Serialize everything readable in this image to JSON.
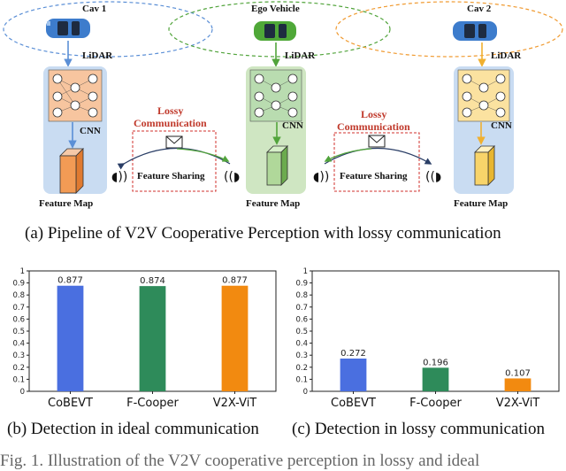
{
  "diagram": {
    "vehicles": [
      {
        "label": "Cav 1",
        "sensor": "LiDAR",
        "network": "CNN",
        "output": "Feature Map",
        "color": "#5b8fd6"
      },
      {
        "label": "Ego Vehicle",
        "sensor": "LiDAR",
        "network": "CNN",
        "output": "Feature Map",
        "color": "#52a43c"
      },
      {
        "label": "Cav 2",
        "sensor": "LiDAR",
        "network": "CNN",
        "output": "Feature Map",
        "color": "#5b8fd6"
      }
    ],
    "links": [
      {
        "title_line1": "Lossy",
        "title_line2": "Communication",
        "action": "Feature Sharing"
      },
      {
        "title_line1": "Lossy",
        "title_line2": "Communication",
        "action": "Feature Sharing"
      }
    ],
    "colors": {
      "cav1_panel": "#c9dcf2",
      "ego_panel": "#cfe6c2",
      "cav2_panel": "#c9dcf2",
      "cav1_nodes": "#f7c59f",
      "ego_nodes": "#b9dcb0",
      "cav2_nodes": "#fbe2a0",
      "cav1_arrow": "#5b8fd6",
      "ego_arrow": "#52a43c",
      "cav2_arrow": "#f0b030",
      "lossy_red": "#d0312d"
    }
  },
  "captions": {
    "a": "(a)  Pipeline of V2V Cooperative Perception with lossy communication",
    "b": "(b)  Detection in ideal communication",
    "c": "(c)  Detection in lossy communication",
    "footer": "Fig. 1.    Illustration of the V2V cooperative perception in lossy and ideal"
  },
  "chart_data": [
    {
      "type": "bar",
      "categories": [
        "CoBEVT",
        "F-Cooper",
        "V2X-ViT"
      ],
      "values": [
        0.877,
        0.874,
        0.877
      ],
      "value_labels": [
        "0.877",
        "0.874",
        "0.877"
      ],
      "colors": [
        "#4a6fe0",
        "#2e8b5a",
        "#f28a10"
      ],
      "ylim": [
        0,
        1.0
      ],
      "yticks": [
        "0",
        "0.1",
        "0.2",
        "0.3",
        "0.4",
        "0.5",
        "0.6",
        "0.7",
        "0.8",
        "0.9",
        "1"
      ],
      "grid": false
    },
    {
      "type": "bar",
      "categories": [
        "CoBEVT",
        "F-Cooper",
        "V2X-ViT"
      ],
      "values": [
        0.272,
        0.196,
        0.107
      ],
      "value_labels": [
        "0.272",
        "0.196",
        "0.107"
      ],
      "colors": [
        "#4a6fe0",
        "#2e8b5a",
        "#f28a10"
      ],
      "ylim": [
        0,
        1.0
      ],
      "yticks": [
        "0",
        "0.1",
        "0.2",
        "0.3",
        "0.4",
        "0.5",
        "0.6",
        "0.7",
        "0.8",
        "0.9",
        "1"
      ],
      "grid": false
    }
  ]
}
